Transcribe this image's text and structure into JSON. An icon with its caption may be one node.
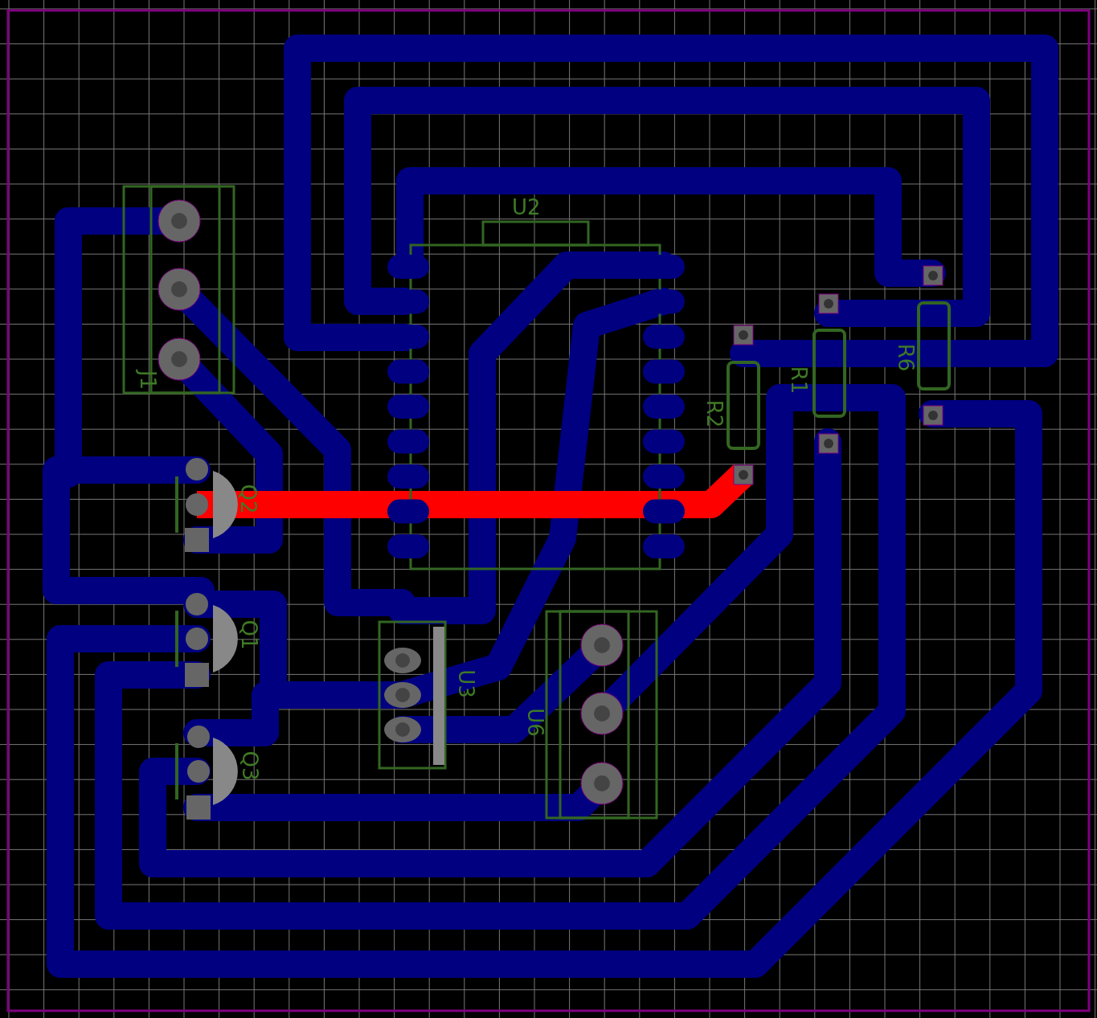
{
  "diagram": {
    "labels": [
      "U2",
      "R6",
      "J1",
      "R1",
      "R2",
      "Q2",
      "Q1",
      "U3",
      "U6",
      "Q3"
    ]
  }
}
